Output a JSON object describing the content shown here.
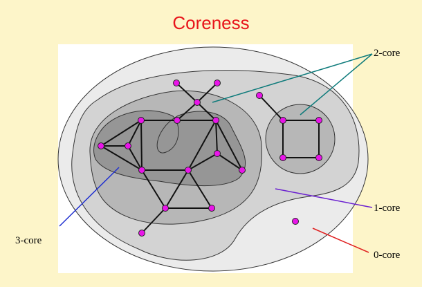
{
  "title": "Coreness",
  "labels": {
    "two_core": "2-core",
    "one_core": "1-core",
    "zero_core": "0-core",
    "three_core": "3-core"
  },
  "colors": {
    "title": "#e8141b",
    "background": "#fdf5c9",
    "node": "#e815e8",
    "pointer_2core": "#0e7b7b",
    "pointer_1core": "#6a1fd0",
    "pointer_0core": "#e02020",
    "pointer_3core": "#2030d0"
  }
}
